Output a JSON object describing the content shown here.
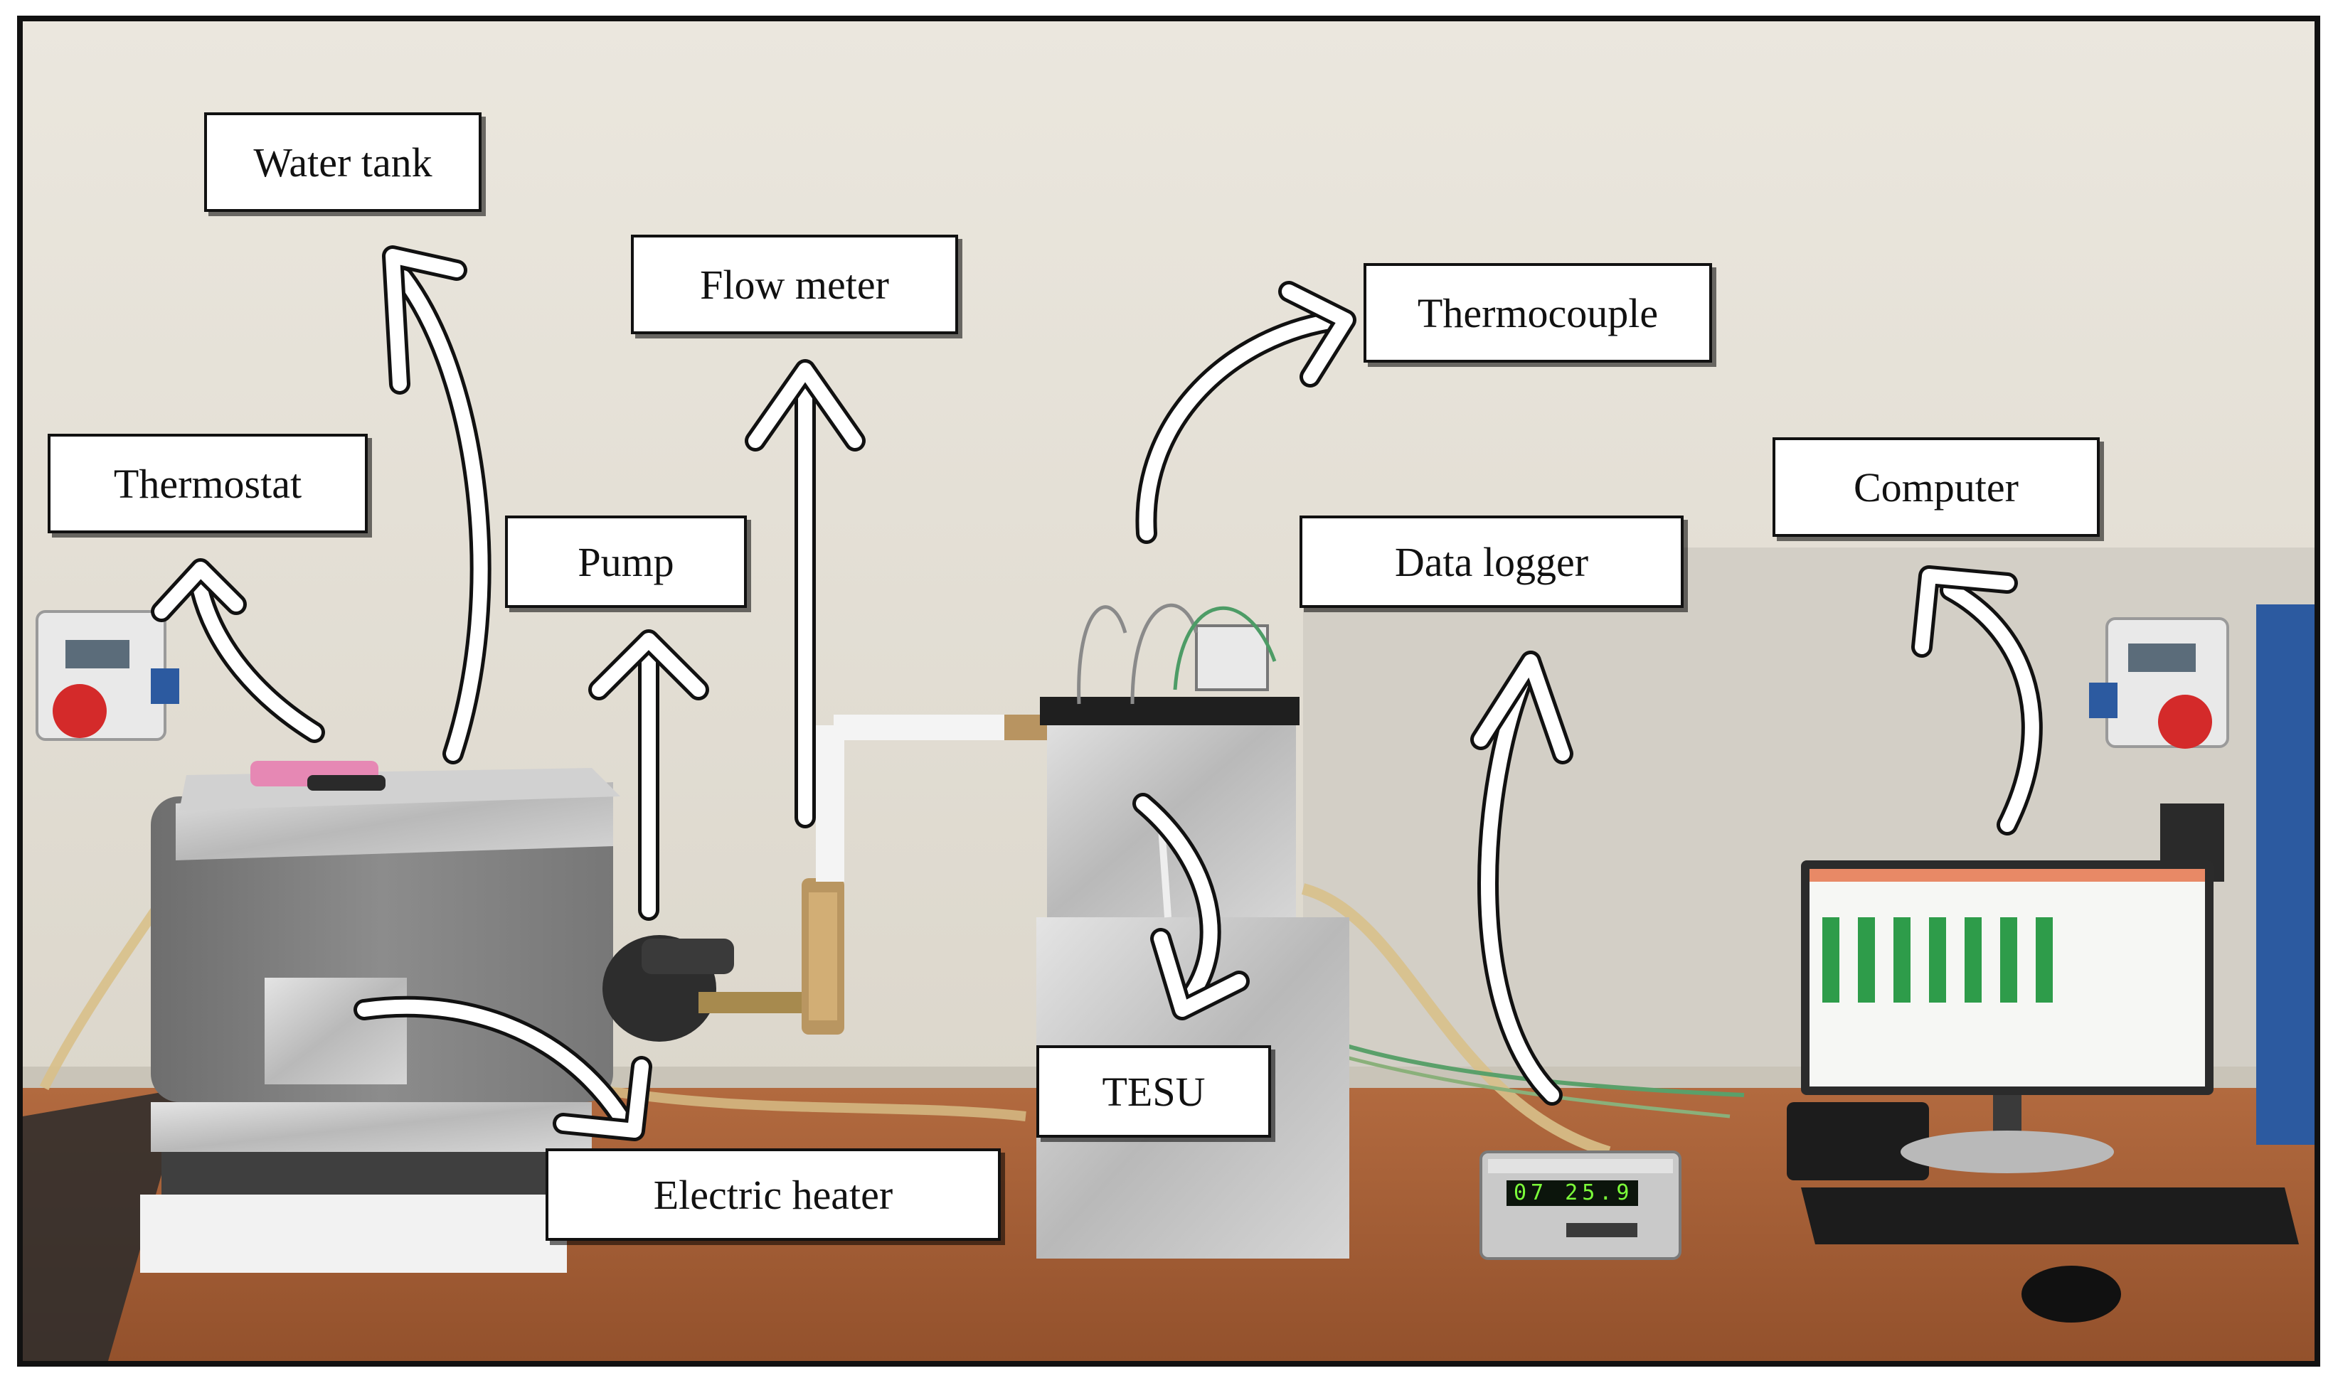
{
  "labels": {
    "water_tank": "Water tank",
    "flow_meter": "Flow meter",
    "thermocouple": "Thermocouple",
    "thermostat": "Thermostat",
    "pump": "Pump",
    "data_logger": "Data logger",
    "computer": "Computer",
    "tesu": "TESU",
    "electric_heater": "Electric heater"
  },
  "data_logger_display": "07  25.9",
  "colors": {
    "wall": "#e6e2d8",
    "desk": "#a9623a",
    "insulation_gray": "#7d7d7d",
    "foil": "#c9c9c9",
    "monitor_screen": "#f6f7f4",
    "frame": "#111111",
    "arrow_fill": "#ffffff"
  }
}
